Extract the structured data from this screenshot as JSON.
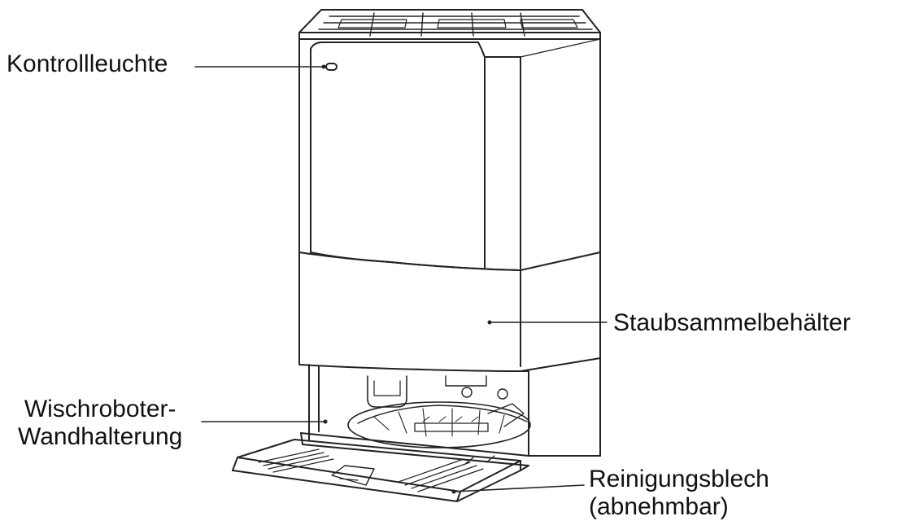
{
  "labels": {
    "indicator": "Kontrollleuchte",
    "dustbin": "Staubsammelbehälter",
    "mount_line1": "Wischroboter-",
    "mount_line2": "Wandhalterung",
    "tray_line1": "Reinigungsblech",
    "tray_line2": "(abnehmbar)"
  },
  "colors": {
    "stroke": "#222222",
    "background": "#ffffff"
  }
}
